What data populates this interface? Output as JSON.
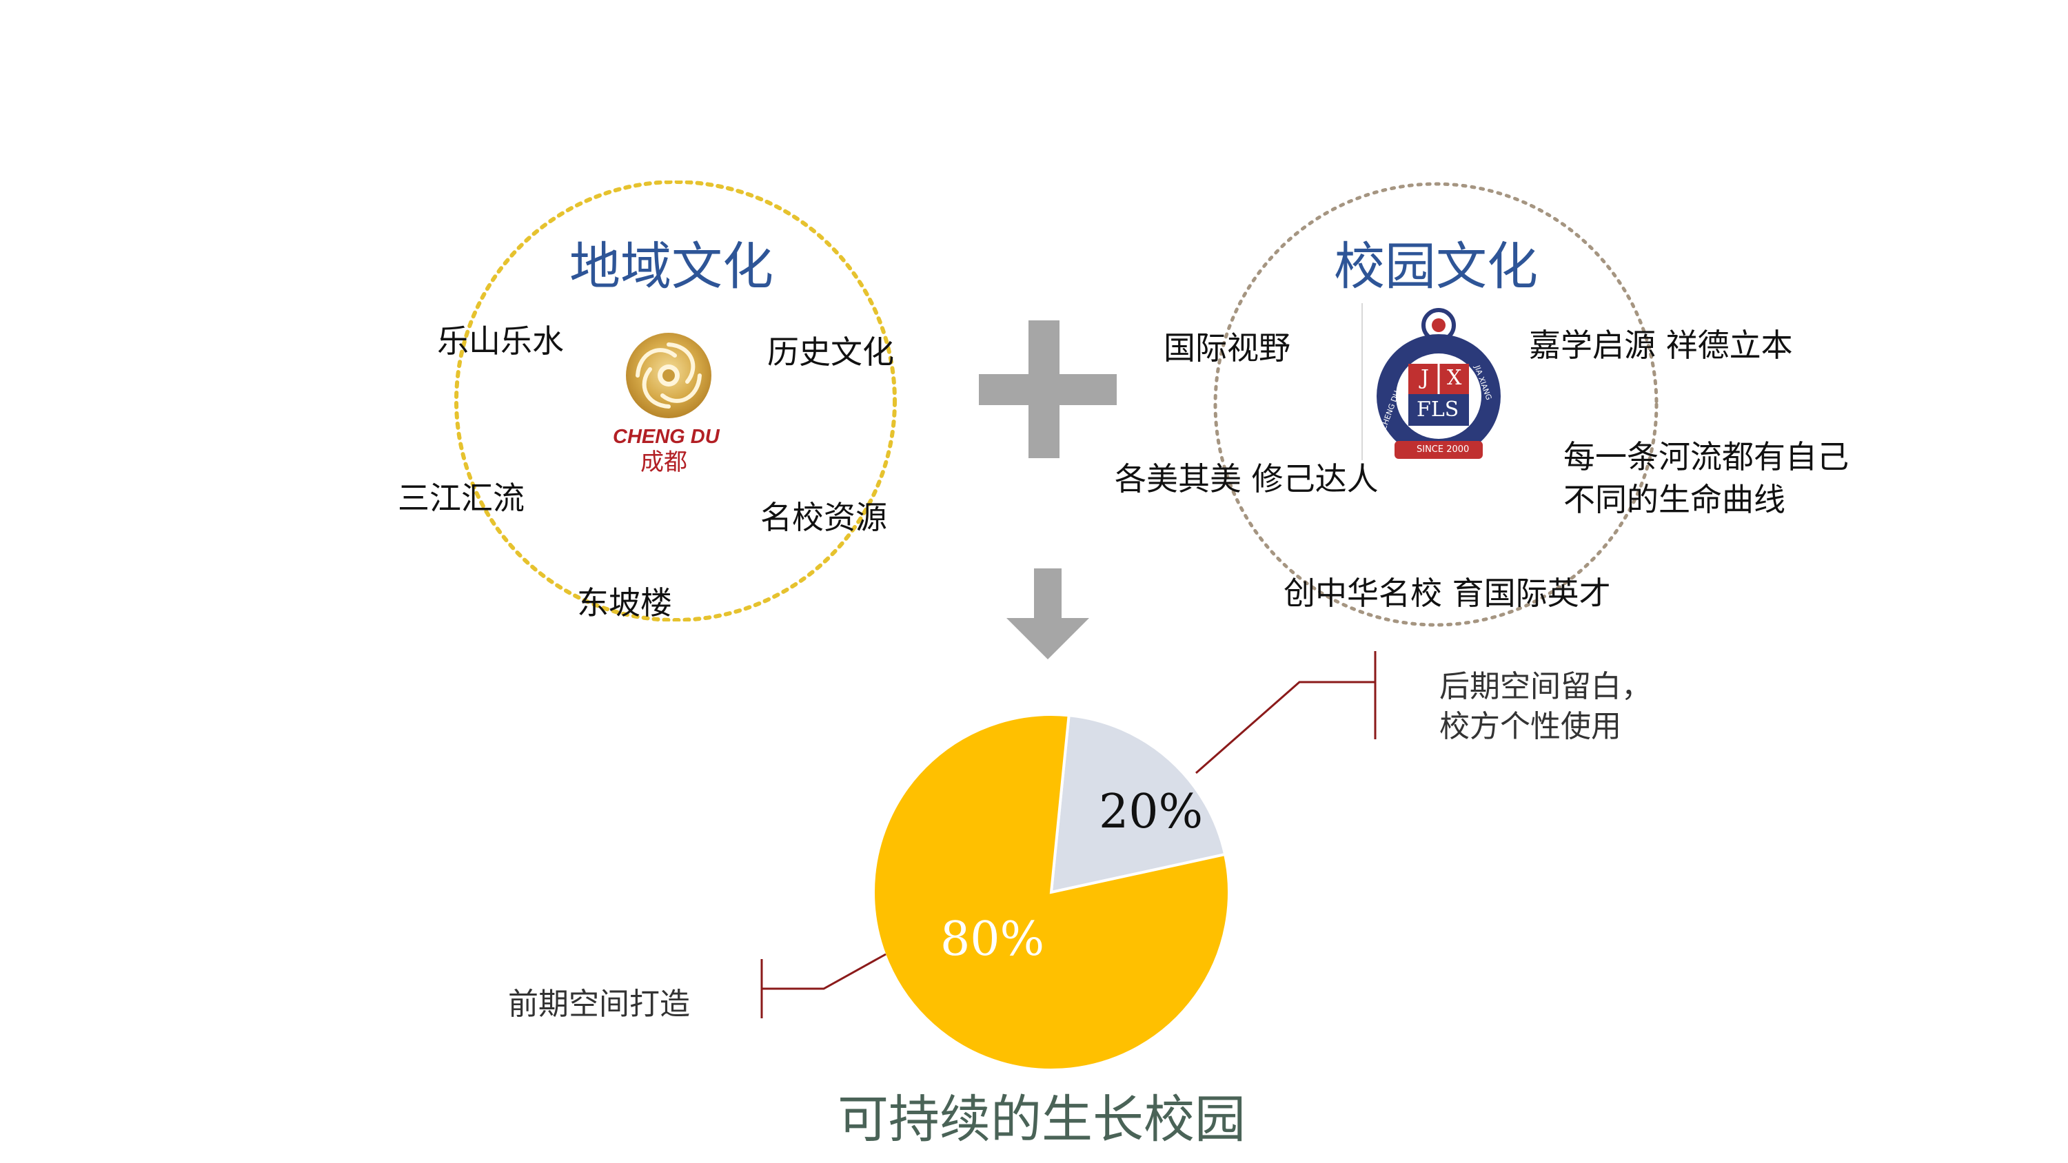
{
  "colors": {
    "regional_circle": "#e6c22e",
    "campus_circle": "#a59581",
    "title_blue": "#2e5597",
    "plus_gray": "#a6a6a6",
    "pie_major": "#ffc000",
    "pie_minor": "#d9dee8",
    "leader_line": "#8b1a1a",
    "bottom_title": "#4a6357"
  },
  "regional": {
    "title": "地域文化",
    "logo": {
      "text_en": "CHENG DU",
      "text_cn": "成都",
      "icon": "chengdu-swirl-logo"
    },
    "keywords": [
      "乐山乐水",
      "历史文化",
      "三江汇流",
      "名校资源",
      "东坡楼"
    ]
  },
  "plus_icon": "plus-icon",
  "campus": {
    "title": "校园文化",
    "logo": {
      "letters": [
        "J",
        "X",
        "F",
        "L",
        "S"
      ],
      "ring_left": "CHENG DU",
      "ring_right": "JIA XIANG",
      "ring_bottom": "SINCE 2000",
      "icon": "school-seal-logo"
    },
    "keywords": [
      "国际视野",
      "嘉学启源 祥德立本",
      "各美其美 修己达人",
      "每一条河流都有自己不同的生命曲线",
      "创中华名校 育国际英才"
    ]
  },
  "arrow_icon": "arrow-down-icon",
  "chart_data": {
    "type": "pie",
    "slices": [
      {
        "label": "80%",
        "value": 80,
        "note": "前期空间打造",
        "color": "#ffc000"
      },
      {
        "label": "20%",
        "value": 20,
        "note": "后期空间留白，\n校方个性使用",
        "color": "#d9dee8"
      }
    ],
    "title": "可持续的生长校园"
  }
}
